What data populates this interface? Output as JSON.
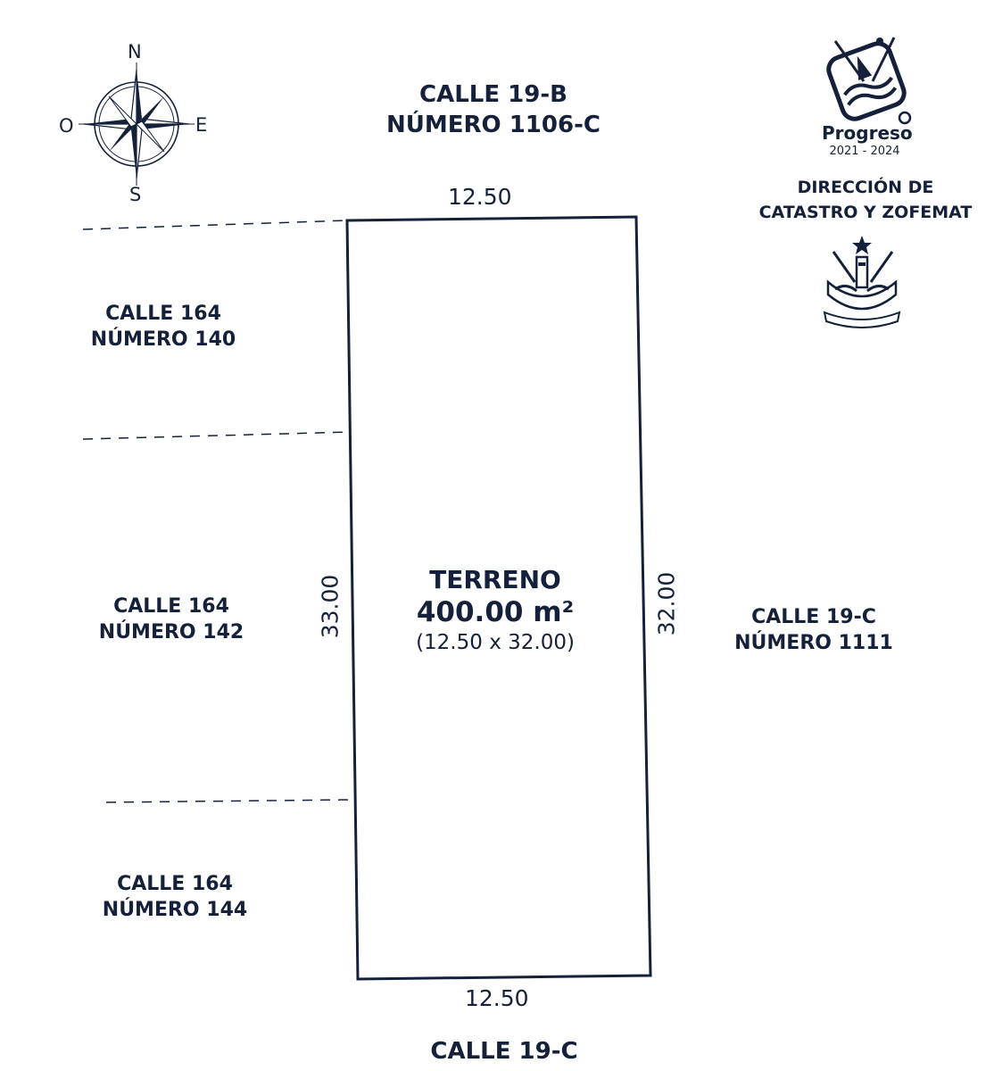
{
  "compass": {
    "north": "N",
    "south": "S",
    "east": "E",
    "west": "O"
  },
  "streets": {
    "top": {
      "line1": "CALLE 19-B",
      "line2": "NÚMERO 1106-C"
    },
    "bottom": {
      "line1": "CALLE 19-C"
    },
    "right": {
      "line1": "CALLE 19-C",
      "line2": "NÚMERO 1111"
    },
    "left": [
      {
        "line1": "CALLE 164",
        "line2": "NÚMERO 140"
      },
      {
        "line1": "CALLE 164",
        "line2": "NÚMERO 142"
      },
      {
        "line1": "CALLE 164",
        "line2": "NÚMERO 144"
      }
    ]
  },
  "lot": {
    "label": "TERRENO",
    "area": "400.00 m²",
    "dimensions_text": "(12.50 x 32.00)",
    "top": "12.50",
    "bottom": "12.50",
    "left": "33.00",
    "right": "32.00"
  },
  "branding": {
    "logo_text": "Progreso",
    "logo_years": "2021 - 2024",
    "department_line1": "DIRECCIÓN DE",
    "department_line2": "CATASTRO Y ZOFEMAT"
  },
  "colors": {
    "ink": "#15213a"
  }
}
